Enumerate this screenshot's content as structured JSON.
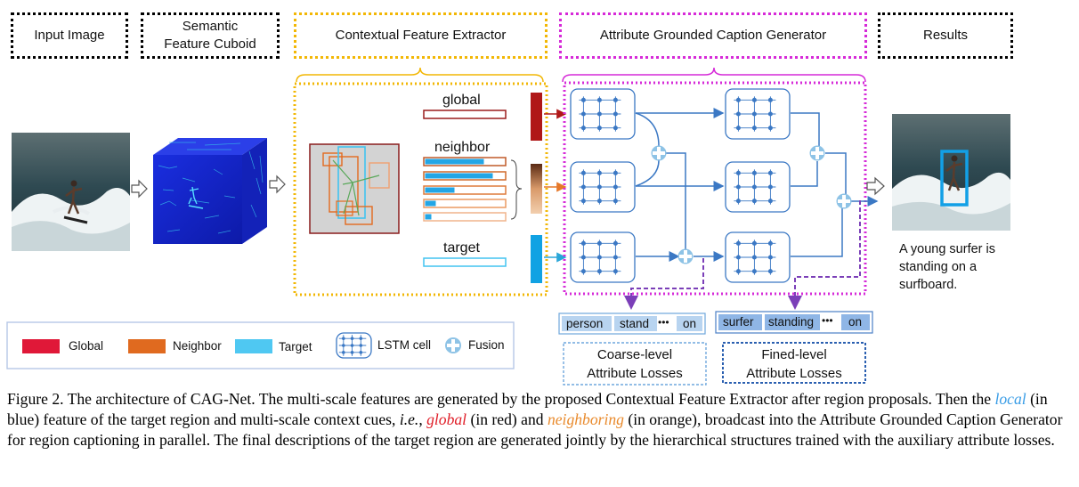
{
  "headers": {
    "input": "Input Image",
    "cuboid_line1": "Semantic",
    "cuboid_line2": "Feature Cuboid",
    "extractor": "Contextual Feature Extractor",
    "generator": "Attribute Grounded Caption Generator",
    "results": "Results"
  },
  "extractor": {
    "global": "global",
    "neighbor": "neighbor",
    "target": "target"
  },
  "result_caption": [
    "A young surfer is",
    "standing on a",
    "surfboard."
  ],
  "attributes_coarse": {
    "a": "person",
    "b": "stand",
    "dots": "•••",
    "c": "on"
  },
  "attributes_fine": {
    "a": "surfer",
    "b": "standing",
    "dots": "•••",
    "c": "on"
  },
  "losses": {
    "coarse_line1": "Coarse-level",
    "coarse_line2": "Attribute Losses",
    "fine_line1": "Fined-level",
    "fine_line2": "Attribute Losses"
  },
  "legend": {
    "global": "Global",
    "neighbor": "Neighbor",
    "target": "Target",
    "lstm": "LSTM cell",
    "fusion": "Fusion"
  },
  "colors": {
    "global": "#e0202a",
    "neighbor": "#e6782a",
    "target": "#42c4f0",
    "magenta": "#d62ad8",
    "yellow": "#f2b705",
    "lstm_blue": "#3b78c4",
    "purple": "#7b3fb8"
  },
  "figure_caption": {
    "p1": "Figure 2. The architecture of CAG-Net. The multi-scale features are generated by the proposed Contextual Feature Extractor after region proposals. Then the ",
    "local": "local",
    "p2": " (in blue) feature of the target region and multi-scale context cues, ",
    "ie": "i.e.",
    "p3": ", ",
    "global": "global",
    "p4": " (in red) and ",
    "neighboring": "neighboring",
    "p5": " (in orange), broadcast into the Attribute Grounded Caption Generator for region captioning in parallel. The final descriptions of the target region are generated jointly by the hierarchical structures trained with the auxiliary attribute losses."
  }
}
